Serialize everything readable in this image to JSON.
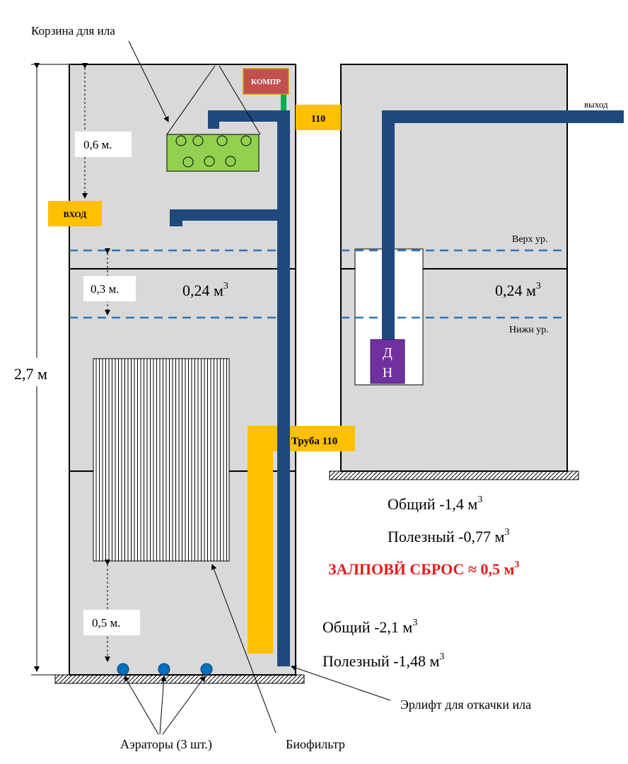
{
  "labels": {
    "sludge_basket": "Корзина для ила",
    "compressor": "КОМПР",
    "pipe_110": "110",
    "outlet": "выход",
    "inlet": "ВХОД",
    "height_06": "0,6 м.",
    "height_03": "0,3 м.",
    "height_05": "0,5 м.",
    "total_height": "2,7 м",
    "vol_left": "0,24 м",
    "vol_right": "0,24 м",
    "vol_sup": "3",
    "upper_level": "Верх ур.",
    "lower_level": "Нижн ур.",
    "pump_d": "Д",
    "pump_n": "Н",
    "pipe_110_long": "Труба 110",
    "aerators": "Аэраторы (3 шт.)",
    "biofilter": "Биофильтр",
    "airlift": "Эрлифт для откачки ила"
  },
  "volumes": {
    "right_total": "Общий -1,4 м",
    "right_useful": "Полезный -0,77 м",
    "salvo": "ЗАЛПОВЙ СБРОС ≈ 0,5 м",
    "left_total": "Общий -2,1 м",
    "left_useful": "Полезный -1,48 м",
    "sup": "3"
  },
  "colors": {
    "tank_fill": "#d9d9d9",
    "pipe_blue": "#1f497d",
    "yellow": "#ffc000",
    "basket_green": "#92d050",
    "compressor_red": "#c0504d",
    "pump_purple": "#7030a0",
    "dash_blue": "#2e75b6",
    "salvo_red": "#e31b1b"
  }
}
